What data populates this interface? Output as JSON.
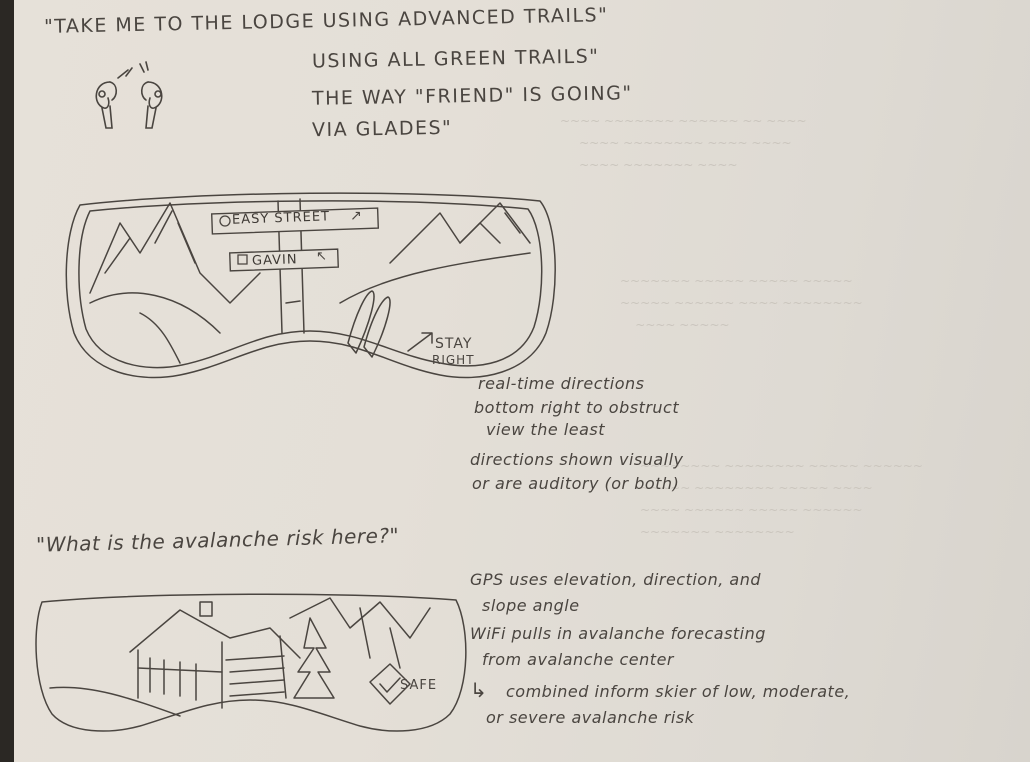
{
  "headline": {
    "line1": "\"TAKE ME TO THE LODGE USING ADVANCED TRAILS\"",
    "line2": "USING ALL GREEN TRAILS\"",
    "line3": "THE WAY \"FRIEND\" IS GOING\"",
    "line4": "VIA GLADES\""
  },
  "goggle1": {
    "sign1": "EASY STREET",
    "sign2": "GAVIN",
    "direction": "STAY",
    "direction2": "RIGHT"
  },
  "notes1": [
    "real-time directions",
    "bottom right to obstruct",
    "view the least",
    "directions shown visually",
    "or are auditory (or both)"
  ],
  "question": "\"What is the avalanche risk here?\"",
  "goggle2": {
    "status": "SAFE"
  },
  "notes2": [
    "GPS uses elevation, direction, and",
    "slope angle",
    "WiFi pulls in avalanche forecasting",
    "from avalanche center",
    "combined inform skier of low, moderate,",
    "or severe avalanche risk"
  ]
}
